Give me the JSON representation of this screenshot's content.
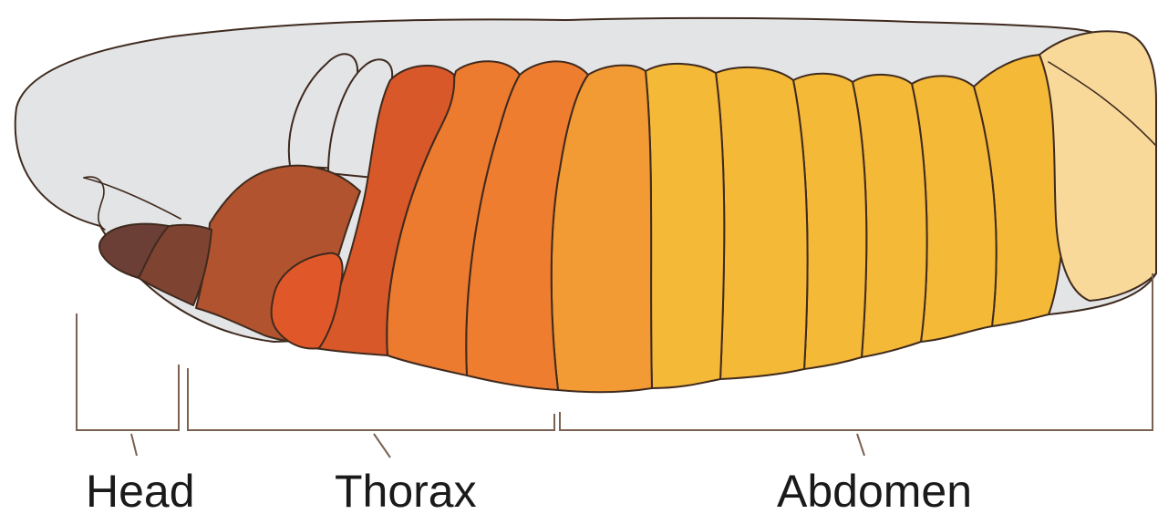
{
  "labels": {
    "head": "Head",
    "thorax": "Thorax",
    "abdomen": "Abdomen"
  },
  "colors": {
    "outline": "#3f2a1e",
    "body_background": "#e3e4e6",
    "head_dark": "#6b3f36",
    "head_mid": "#7f4332",
    "gnathal": "#b0532e",
    "thorax_1": "#d85829",
    "thorax_lobe": "#e0582a",
    "thorax_2": "#ec7a2f",
    "thorax_3": "#ee7d30",
    "abdomen_1": "#f29a33",
    "abdomen_main": "#f5b938",
    "tail": "#f8d99a",
    "bracket": "#7a6152"
  }
}
